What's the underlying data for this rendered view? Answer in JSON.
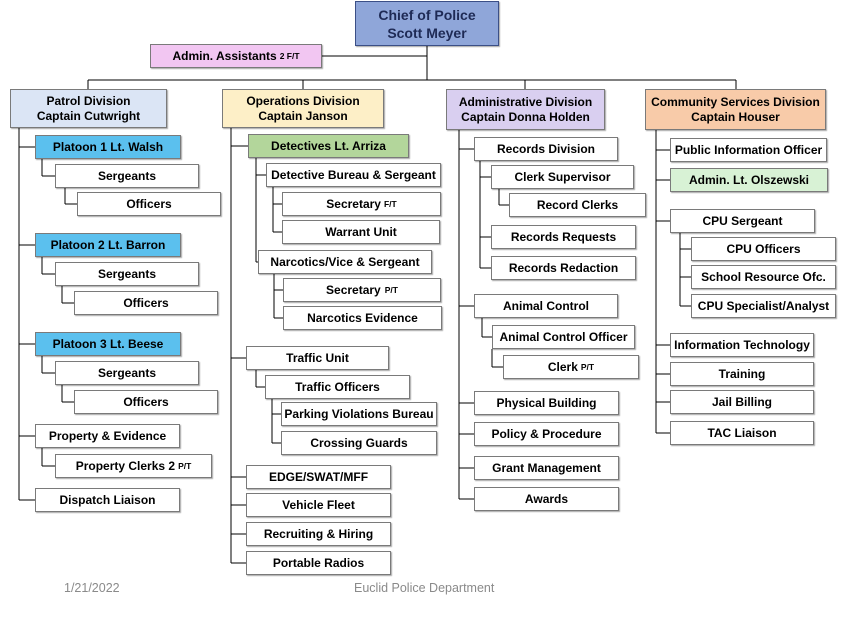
{
  "colors": {
    "chief": "#8fa6d9",
    "admin_assistants": "#f2c6f2",
    "patrol": "#dbe5f5",
    "operations": "#fdefc7",
    "administrative": "#d9cff0",
    "community": "#f8cba9",
    "platoon": "#5bc0ee",
    "detectives": "#b3d69b",
    "admin_lt": "#d8f2d5"
  },
  "chief": {
    "title": "Chief of Police",
    "name": "Scott Meyer"
  },
  "admin_assistants": {
    "label": "Admin. Assistants",
    "note": "2 F/T"
  },
  "divisions": {
    "patrol": {
      "title": "Patrol Division",
      "head": "Captain Cutwright"
    },
    "operations": {
      "title": "Operations Division",
      "head": "Captain Janson"
    },
    "administrative": {
      "title": "Administrative Division",
      "head": "Captain Donna Holden"
    },
    "community": {
      "title": "Community Services Division",
      "head": "Captain Houser"
    }
  },
  "patrol": {
    "platoon1": "Platoon 1 Lt. Walsh",
    "platoon2": "Platoon 2 Lt. Barron",
    "platoon3": "Platoon 3 Lt. Beese",
    "sergeants": "Sergeants",
    "officers": "Officers",
    "property_evidence": "Property & Evidence",
    "property_clerks": "Property Clerks 2",
    "property_clerks_note": "P/T",
    "dispatch": "Dispatch Liaison"
  },
  "operations": {
    "detectives": "Detectives Lt. Arriza",
    "detective_bureau": "Detective Bureau & Sergeant",
    "secretary": "Secretary",
    "secretary1_note": "F/T",
    "warrant": "Warrant Unit",
    "narcotics": "Narcotics/Vice & Sergeant",
    "secretary2_note": "P/T",
    "narcotics_evidence": "Narcotics Evidence",
    "traffic_unit": "Traffic Unit",
    "traffic_officers": "Traffic Officers",
    "parking": "Parking Violations Bureau",
    "crossing": "Crossing Guards",
    "edge": "EDGE/SWAT/MFF",
    "vehicle": "Vehicle Fleet",
    "recruiting": "Recruiting & Hiring",
    "radios": "Portable Radios"
  },
  "administrative": {
    "records_division": "Records Division",
    "clerk_supervisor": "Clerk Supervisor",
    "record_clerks": "Record Clerks",
    "records_requests": "Records Requests",
    "records_redaction": "Records Redaction",
    "animal_control": "Animal Control",
    "animal_control_officer": "Animal Control Officer",
    "clerk": "Clerk",
    "clerk_note": "P/T",
    "physical_building": "Physical Building",
    "policy": "Policy & Procedure",
    "grant": "Grant Management",
    "awards": "Awards"
  },
  "community": {
    "pio": "Public Information Officer",
    "admin_lt": "Admin. Lt. Olszewski",
    "cpu_sergeant": "CPU Sergeant",
    "cpu_officers": "CPU Officers",
    "sro": "School Resource Ofc.",
    "cpu_specialist": "CPU Specialist/Analyst",
    "it": "Information Technology",
    "training": "Training",
    "jail": "Jail Billing",
    "tac": "TAC Liaison"
  },
  "footer": {
    "date": "1/21/2022",
    "org": "Euclid Police Department"
  }
}
